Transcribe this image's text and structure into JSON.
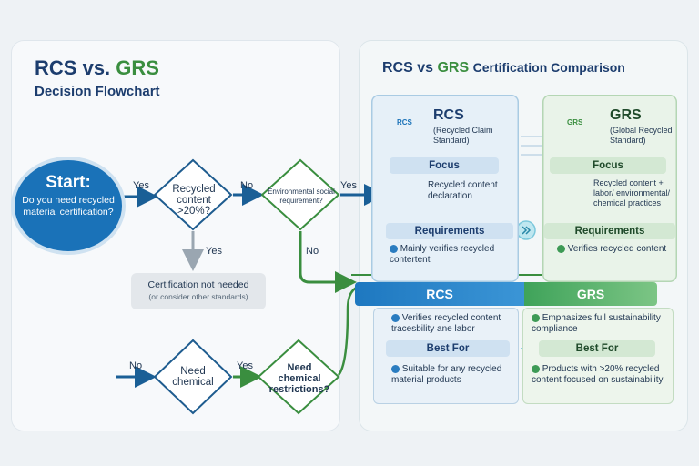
{
  "left": {
    "title_rcs": "RCS",
    "title_vs": "vs.",
    "title_grs": "GRS",
    "subtitle": "Decision Flowchart",
    "start_title": "Start:",
    "start_question": "Do you need recycled material certification?",
    "d1_label": "Recycled content >20%?",
    "d2_label": "Environmental social requirement?",
    "d3_label": "Need chemical",
    "d4_label": "Need chemical restrictions?",
    "yes": "Yes",
    "no": "No",
    "not_needed_title": "Certification not needed",
    "not_needed_sub": "(or consider other standards)"
  },
  "right": {
    "title_rcs": "RCS",
    "title_vs": "vs",
    "title_grs": "GRS",
    "title_rest": "Certification Comparison",
    "rcs_logo": "RCS",
    "grs_logo": "GRS",
    "rcs_name": "RCS",
    "rcs_full": "(Recycled Claim Standard)",
    "grs_name": "GRS",
    "grs_full": "(Global Recycled Standard)",
    "focus": "Focus",
    "requirements": "Requirements",
    "best_for": "Best For",
    "rcs_focus": "Recycled content declaration",
    "grs_focus": "Recycled content + labor/ environmental/ chemical practices",
    "rcs_req": "Mainly verifies recycled contertent",
    "grs_req": "Verifies recycled content",
    "bar_rcs": "RCS",
    "bar_grs": "GRS",
    "rcs_bottom1": "Verifies recycled content tracesbility ane labor",
    "grs_bottom1": "Emphasizes full sustainability compliance",
    "rcs_best": "Suitable for any recycled material products",
    "grs_best": "Products with >20% recycled content focused on sustainability"
  },
  "colors": {
    "navy": "#1c3d6e",
    "blue": "#1a72b8",
    "green": "#3a8e3f",
    "light_blue": "#cfe1f1",
    "light_green": "#d3e8d3"
  },
  "icons": [
    "recycle-icon",
    "gear-icon",
    "check-icon",
    "arrow-right-icon"
  ]
}
